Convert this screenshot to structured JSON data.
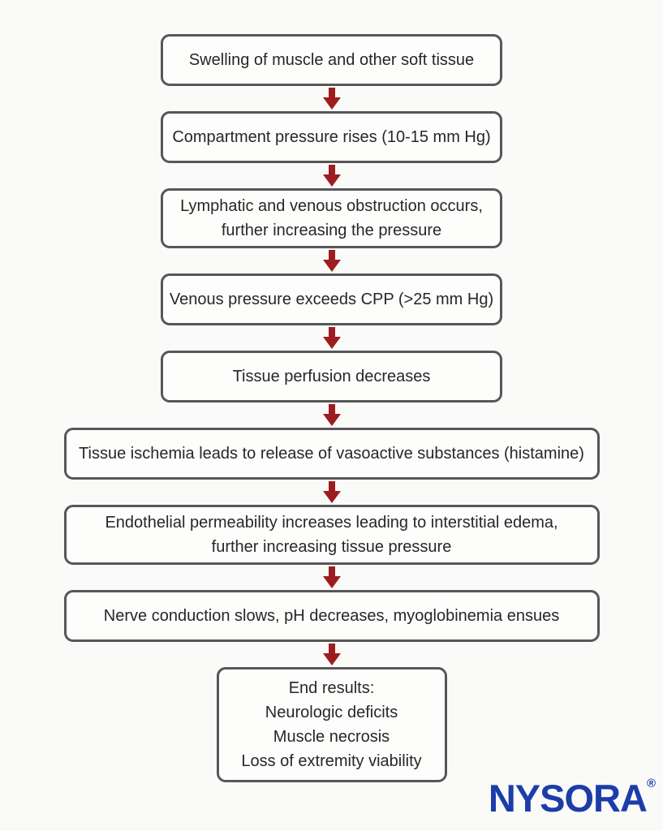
{
  "flowchart": {
    "title_semantic": "Pathophysiology of compartment syndrome flowchart",
    "box_border_color": "#57575a",
    "box_fill_color": "#fdfdfc",
    "text_color": "#272727",
    "arrow_color": "#9e1c1f",
    "arrow_icon": "down-arrow",
    "boxes": [
      {
        "id": "swelling",
        "lines": [
          "Swelling of muscle and other soft tissue"
        ]
      },
      {
        "id": "compartment-pressure-rises",
        "lines": [
          "Compartment pressure rises (10-15 mm Hg)"
        ]
      },
      {
        "id": "lymphatic-venous-obstruction",
        "lines": [
          "Lymphatic and venous obstruction occurs,",
          "further increasing the pressure"
        ]
      },
      {
        "id": "venous-pressure-exceeds-cpp",
        "lines": [
          "Venous pressure exceeds CPP (>25 mm Hg)"
        ]
      },
      {
        "id": "tissue-perfusion-decreases",
        "lines": [
          "Tissue perfusion decreases"
        ]
      },
      {
        "id": "tissue-ischemia",
        "lines": [
          "Tissue ischemia leads to release of vasoactive substances (histamine)"
        ]
      },
      {
        "id": "endothelial-permeability",
        "lines": [
          "Endothelial permeability increases leading to interstitial edema,",
          "further increasing tissue pressure"
        ]
      },
      {
        "id": "nerve-conduction-slows",
        "lines": [
          "Nerve conduction slows, pH decreases, myoglobinemia ensues"
        ]
      },
      {
        "id": "end-results",
        "lines": [
          "End results:",
          "Neurologic deficits",
          "Muscle necrosis",
          "Loss of extremity viability"
        ]
      }
    ]
  },
  "branding": {
    "logo_text": "NYSORA",
    "registered_mark": "®",
    "logo_color": "#1c3da9"
  }
}
